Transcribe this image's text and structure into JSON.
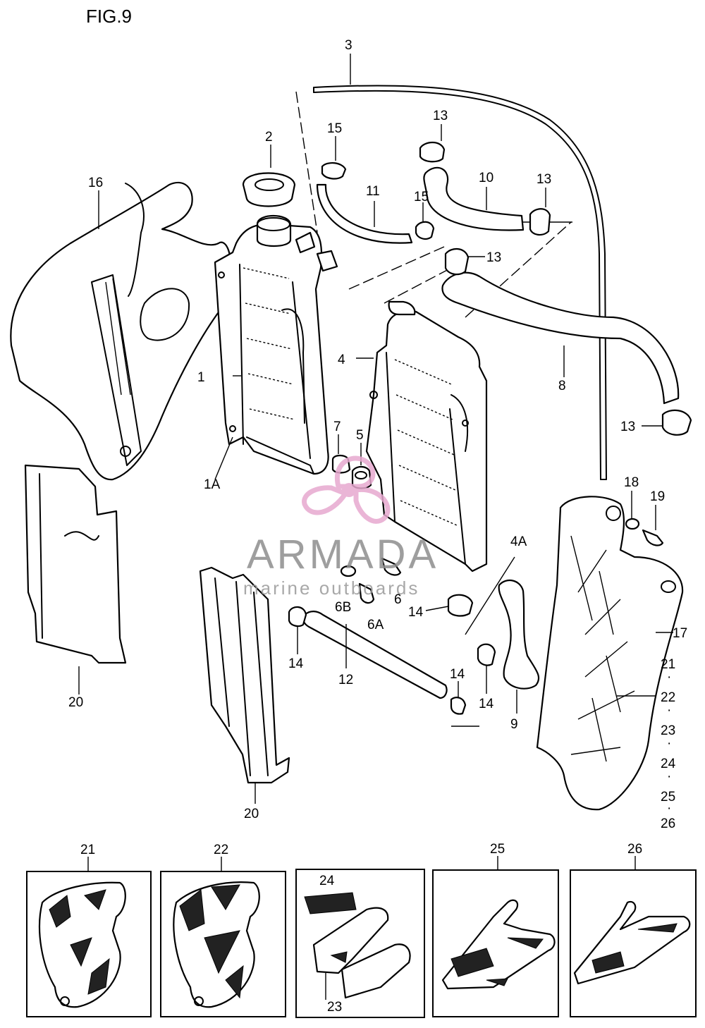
{
  "figure_title": "FIG.9",
  "watermark": {
    "brand": "ARMADA",
    "tagline": "marine outboards",
    "logo_color": "#e7a9cf"
  },
  "callouts": {
    "c1": "1",
    "c1a": "1A",
    "c2": "2",
    "c3": "3",
    "c4": "4",
    "c4a": "4A",
    "c5": "5",
    "c6": "6",
    "c6a": "6A",
    "c6b": "6B",
    "c7": "7",
    "c8": "8",
    "c9": "9",
    "c10": "10",
    "c11": "11",
    "c12": "12",
    "c13a": "13",
    "c13b": "13",
    "c13c": "13",
    "c13d": "13",
    "c14a": "14",
    "c14b": "14",
    "c14c": "14",
    "c14d": "14",
    "c15a": "15",
    "c15b": "15",
    "c16": "16",
    "c17": "17",
    "c18": "18",
    "c19": "19",
    "c20a": "20",
    "c20b": "20",
    "l21": "21",
    "l22": "22",
    "l23": "23",
    "l24": "24",
    "l25": "25",
    "l26": "26",
    "dot": "·"
  },
  "decal_panels": {
    "p21": "21",
    "p22": "22",
    "p23": "23",
    "p24": "24",
    "p25": "25",
    "p26": "26"
  }
}
